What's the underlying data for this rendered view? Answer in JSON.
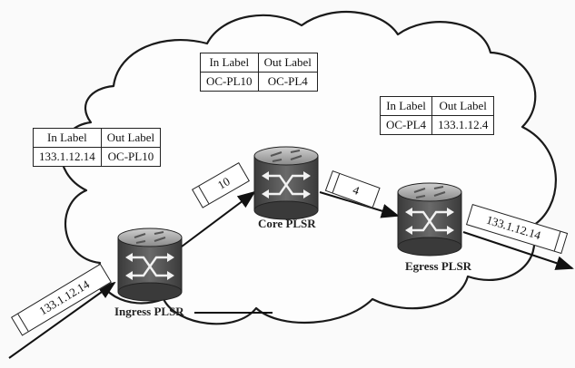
{
  "label_tables": {
    "ingress": {
      "headers": [
        "In Label",
        "Out Label"
      ],
      "row": [
        "133.1.12.14",
        "OC-PL10"
      ]
    },
    "core": {
      "headers": [
        "In Label",
        "Out Label"
      ],
      "row": [
        "OC-PL10",
        "OC-PL4"
      ]
    },
    "egress": {
      "headers": [
        "In Label",
        "Out Label"
      ],
      "row": [
        "OC-PL4",
        "133.1.12.4"
      ]
    }
  },
  "routers": {
    "ingress": "Ingress PLSR",
    "core": "Core PLSR",
    "egress": "Egress PLSR"
  },
  "packets": {
    "incoming": "133.1.12.14",
    "ingress_to_core": "10",
    "core_to_egress": "4",
    "outgoing": "133.1.12.14"
  }
}
